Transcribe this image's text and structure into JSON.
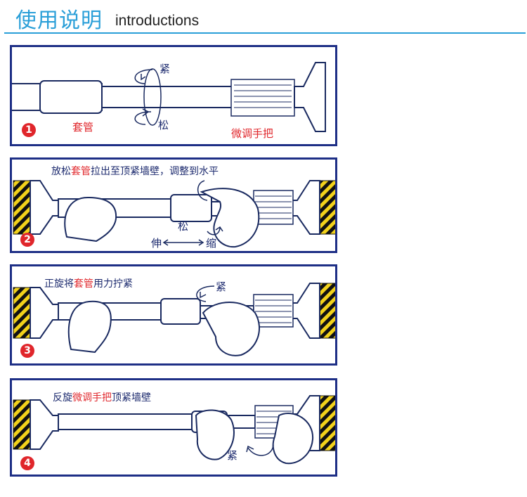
{
  "header": {
    "title_cn": "使用说明",
    "title_en": "introductions"
  },
  "colors": {
    "accent": "#2a9fd8",
    "frame": "#1e2f86",
    "highlight": "#e0262b",
    "stripe": "#f2d21b"
  },
  "steps": [
    {
      "number": "1",
      "labels": {
        "tighten": "紧",
        "loosen": "松",
        "tube": "套管",
        "handle": "微调手把"
      }
    },
    {
      "number": "2",
      "instruction": {
        "p1": "放松",
        "p2": "套管",
        "p3": "拉出至顶紧墙壁，调整到水平"
      },
      "labels": {
        "loosen": "松",
        "extend": "伸",
        "retract": "缩"
      }
    },
    {
      "number": "3",
      "instruction": {
        "p1": "正旋将",
        "p2": "套管",
        "p3": "用力拧紧"
      },
      "labels": {
        "tighten": "紧"
      }
    },
    {
      "number": "4",
      "instruction": {
        "p1": "反旋",
        "p2": "微调手把",
        "p3": "顶紧墙壁"
      },
      "labels": {
        "tighten": "紧"
      }
    }
  ]
}
